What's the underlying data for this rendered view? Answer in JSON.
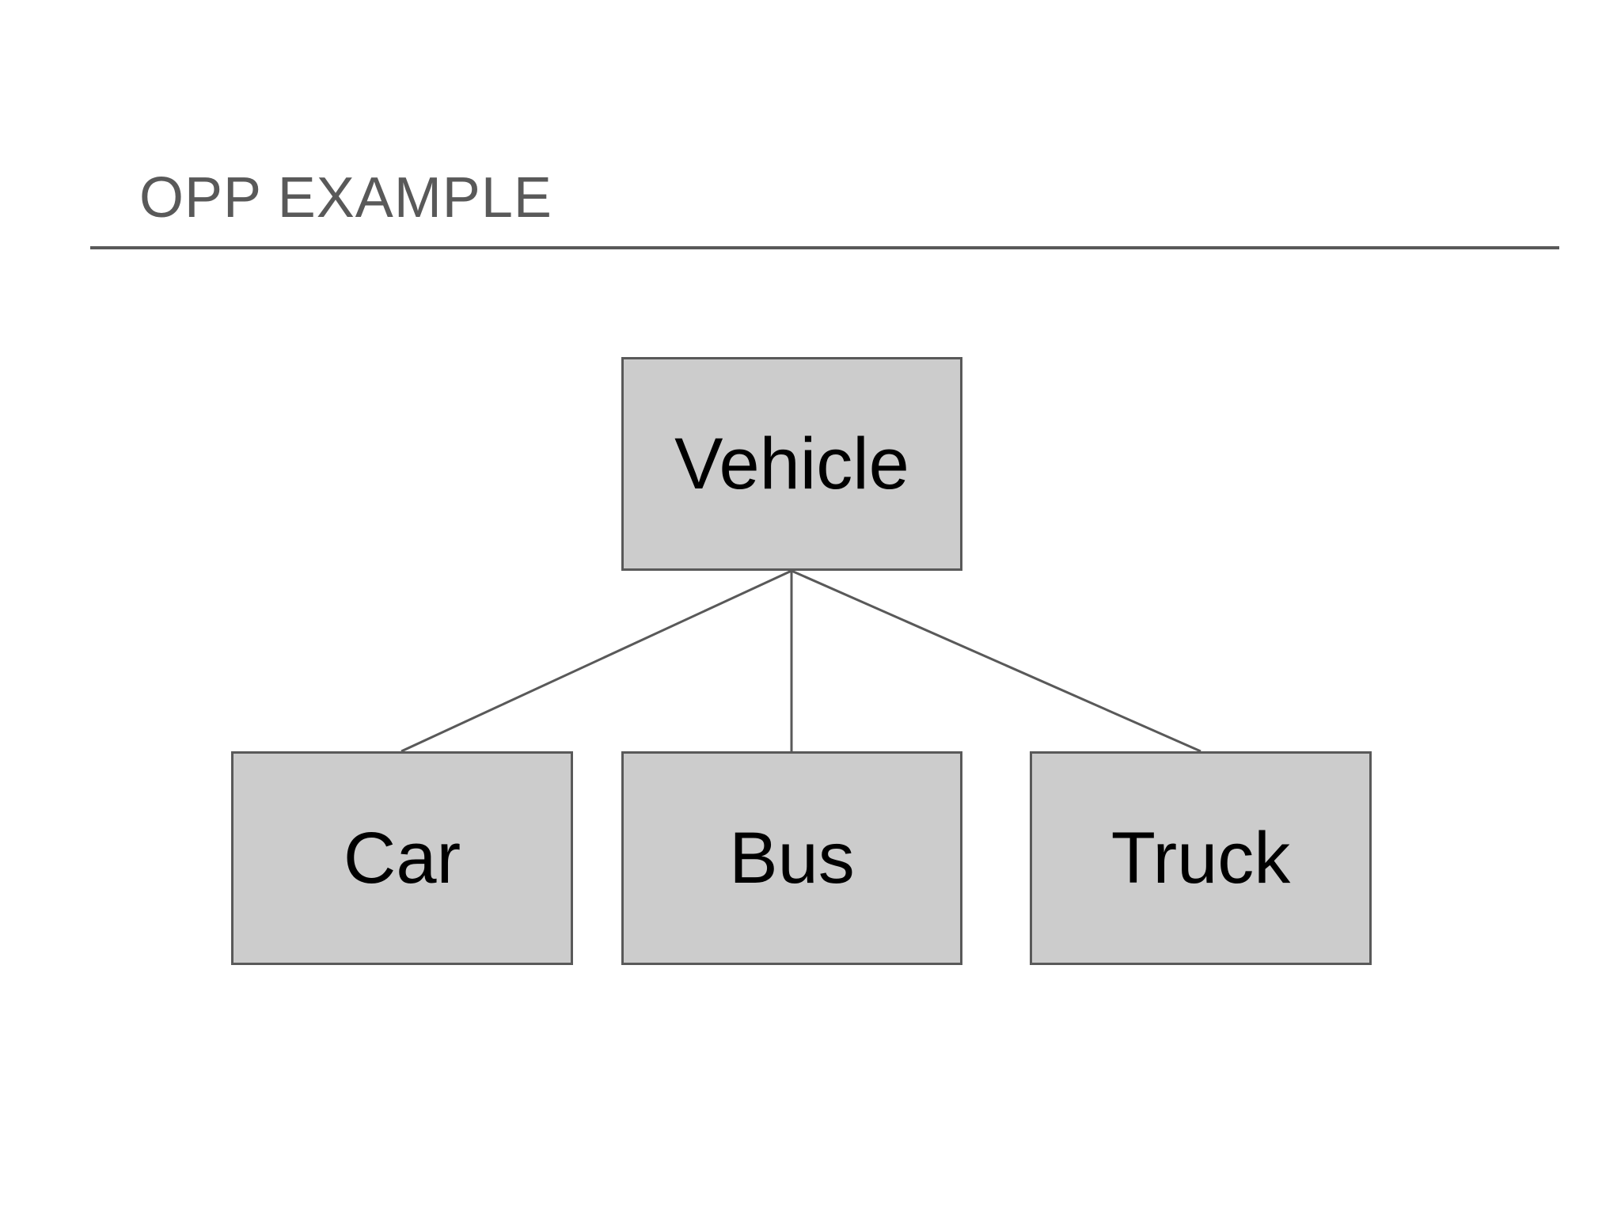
{
  "slide": {
    "title": "OPP EXAMPLE"
  },
  "diagram": {
    "root": {
      "id": "vehicle",
      "label": "Vehicle"
    },
    "children": [
      {
        "id": "car",
        "label": "Car"
      },
      {
        "id": "bus",
        "label": "Bus"
      },
      {
        "id": "truck",
        "label": "Truck"
      }
    ]
  },
  "colors": {
    "text_title": "#595959",
    "box_fill": "#cccccc",
    "box_border": "#595959",
    "connector": "#595959",
    "label_text": "#000000"
  }
}
